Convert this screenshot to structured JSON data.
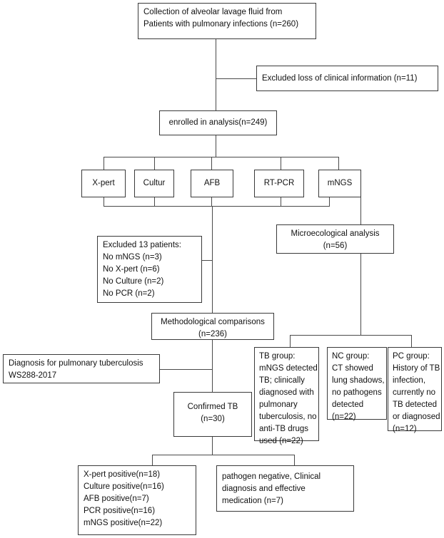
{
  "diagram": {
    "title": "Patient enrollment and diagnostic workflow flowchart",
    "type": "flowchart",
    "stroke_color": "#3a3a3a",
    "background": "#ffffff"
  },
  "nodes": {
    "collection": {
      "line1": "Collection of alveolar lavage fluid from",
      "line2": "Patients with pulmonary infections  (n=260)"
    },
    "excluded_loss": {
      "line1": "Excluded loss of clinical information  (n=11)"
    },
    "enrolled": {
      "line1": "enrolled in analysis(n=249)"
    },
    "methods": [
      {
        "label": "X-pert"
      },
      {
        "label": "Cultur"
      },
      {
        "label": "AFB"
      },
      {
        "label": "RT-PCR"
      },
      {
        "label": "mNGS"
      }
    ],
    "microecological": {
      "line1": "Microecological analysis",
      "line2": "(n=56)"
    },
    "excluded_13": {
      "line1": "Excluded 13 patients:",
      "line2": "No mNGS (n=3)",
      "line3": "No X-pert (n=6)",
      "line4": "No Culture (n=2)",
      "line5": "No PCR (n=2)"
    },
    "methodological": {
      "line1": "Methodological comparisons",
      "line2": "(n=236)"
    },
    "diagnosis_std": {
      "line1": "Diagnosis for pulmonary tuberculosis",
      "line2": "WS288-2017"
    },
    "tb_group": {
      "line1": "TB group:",
      "line2": "mNGS detected",
      "line3": "TB; clinically",
      "line4": "diagnosed with",
      "line5": "pulmonary",
      "line6": "tuberculosis, no",
      "line7": "anti-TB drugs",
      "line8": "used (n=22)"
    },
    "nc_group": {
      "line1": "NC group:",
      "line2": "CT showed",
      "line3": "lung shadows,",
      "line4": "no pathogens",
      "line5": "detected",
      "line6": "(n=22)"
    },
    "pc_group": {
      "line1": "PC group:",
      "line2": "History of TB",
      "line3": "infection,",
      "line4": "currently no",
      "line5": "TB detected",
      "line6": "or diagnosed",
      "line7": "(n=12)"
    },
    "confirmed_tb": {
      "line1": "Confirmed TB",
      "line2": "(n=30)"
    },
    "positive_results": {
      "line1": "X-pert positive(n=18)",
      "line2": "Culture positive(n=16)",
      "line3": "AFB positive(n=7)",
      "line4": "PCR positive(n=16)",
      "line5": "mNGS positive(n=22)"
    },
    "pathogen_negative": {
      "line1": "pathogen negative,  Clinical",
      "line2": "diagnosis and effective",
      "line3": "medication    (n=7)"
    }
  }
}
